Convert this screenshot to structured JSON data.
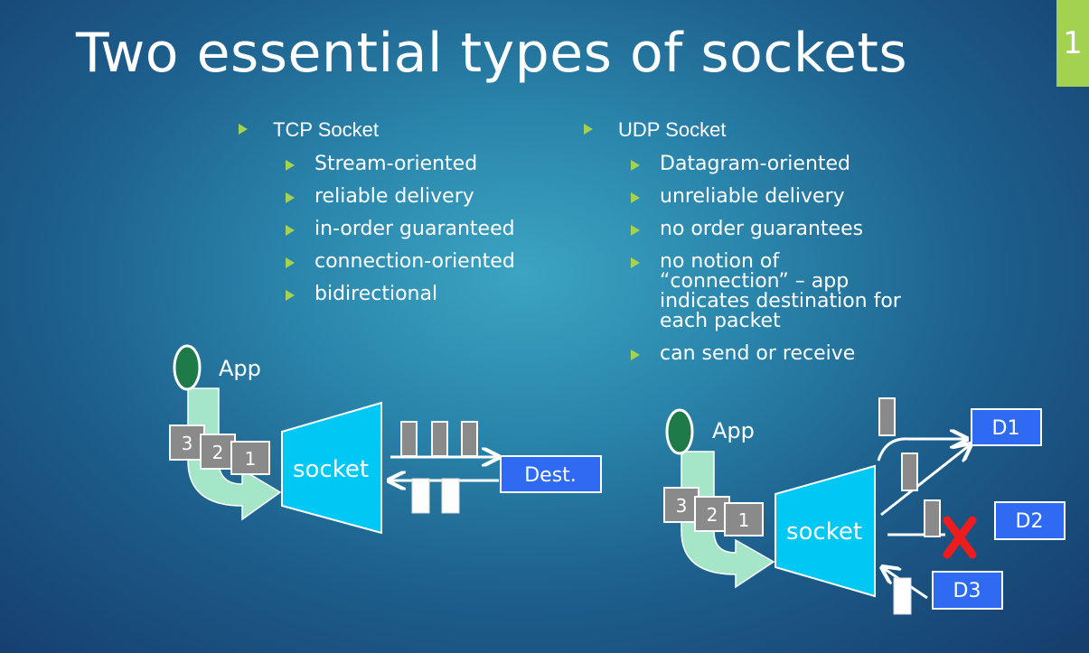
{
  "slide": {
    "title": "Two essential types of sockets",
    "number": "1"
  },
  "tcp": {
    "heading": "TCP Socket",
    "items": [
      "Stream-oriented",
      "reliable delivery",
      "in-order guaranteed",
      "connection-oriented",
      "bidirectional"
    ]
  },
  "udp": {
    "heading": "UDP Socket",
    "items": [
      "Datagram-oriented",
      "unreliable delivery",
      "no order guarantees",
      "no notion of “connection” – app indicates destination for each packet",
      "can send or receive"
    ]
  },
  "tcp_diagram": {
    "app_label": "App",
    "packets": [
      "3",
      "2",
      "1"
    ],
    "socket_label": "socket",
    "dest_label": "Dest."
  },
  "udp_diagram": {
    "app_label": "App",
    "packets": [
      "3",
      "2",
      "1"
    ],
    "socket_label": "socket",
    "destinations": [
      "D1",
      "D2",
      "D3"
    ]
  },
  "colors": {
    "accent_green": "#a6d24e",
    "socket_cyan": "#00c8f5",
    "dest_blue": "#2f6bf2",
    "app_green": "#1f7a4a",
    "arrow_mint": "#a5e6c8",
    "packet_gray": "#8a8a8a",
    "cross_red": "#ee1c1c"
  }
}
